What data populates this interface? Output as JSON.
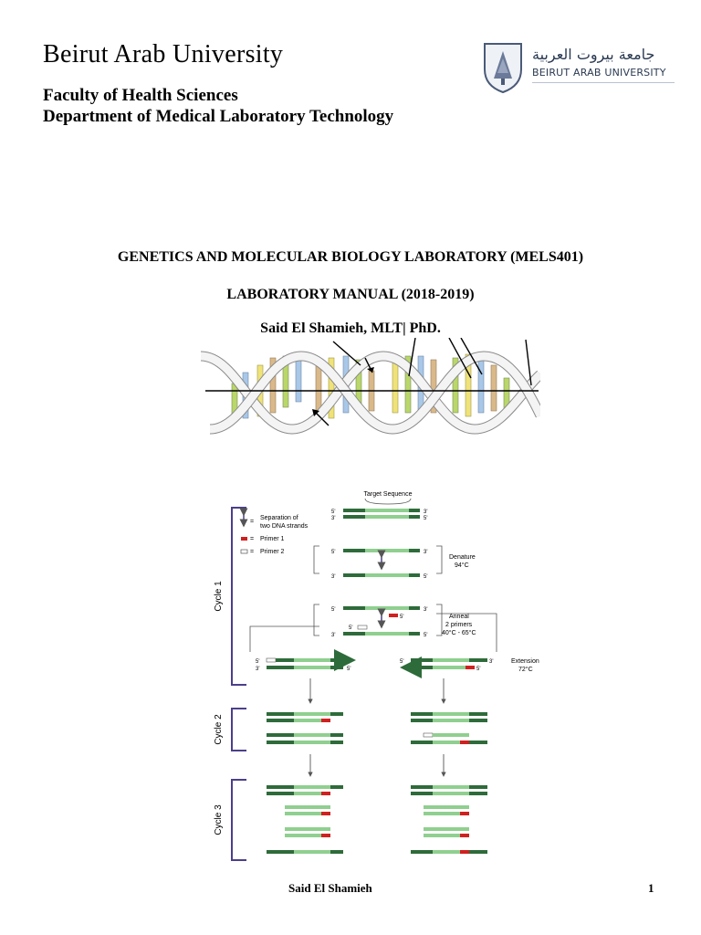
{
  "header": {
    "university": "Beirut Arab University",
    "faculty": "Faculty of Health Sciences",
    "department": "Department of Medical Laboratory Technology"
  },
  "logo": {
    "arabic": "جامعة بيروت العربية",
    "english": "BEIRUT ARAB UNIVERSITY"
  },
  "course_title": "GENETICS AND MOLECULAR BIOLOGY LABORATORY (MELS401)",
  "manual_title": "LABORATORY MANUAL (2018-2019)",
  "author": "Said El Shamieh, MLT| PhD.",
  "pcr_figure": {
    "target_sequence": "Target Sequence",
    "legend": {
      "separation_line1": "Separation of",
      "separation_line2": "two DNA strands",
      "primer1": "Primer 1",
      "primer2": "Primer 2",
      "eq": "="
    },
    "cycles": [
      "Cycle 1",
      "Cycle 2",
      "Cycle 3"
    ],
    "steps": {
      "denature": "Denature",
      "denature_temp": "94°C",
      "anneal": "Anneal",
      "anneal_sub": "2 primers",
      "anneal_temp": "40°C - 65°C",
      "extension": "Extension",
      "extension_temp": "72°C"
    },
    "ends": {
      "five": "5'",
      "three": "3'"
    }
  },
  "footer": {
    "name": "Said El Shamieh",
    "page": "1"
  },
  "colors": {
    "strand_dark": "#2e6b3a",
    "target_light": "#8fcf8f",
    "primer1": "#d0201f",
    "primer2": "#ffffff",
    "cycle_bracket": "#4b3f8a",
    "helix_green": "#b9d76a",
    "helix_blue": "#a9c8e8",
    "helix_tan": "#d9b98a",
    "helix_yellow": "#efe27a"
  }
}
